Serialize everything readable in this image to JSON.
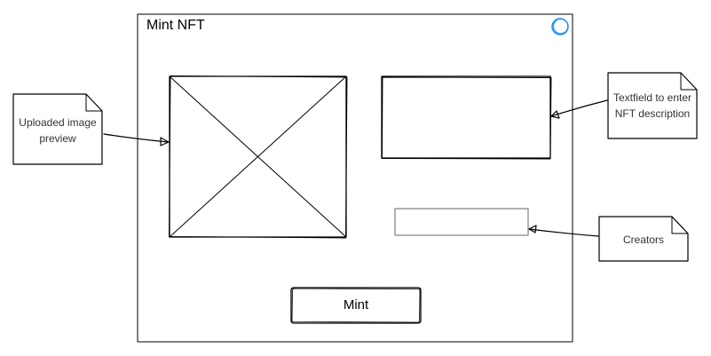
{
  "frame": {
    "title": "Mint NFT"
  },
  "form": {
    "image_placeholder_icon": "image-placeholder-icon",
    "description_field": {
      "value": "",
      "placeholder": ""
    },
    "creators_field": {
      "value": "",
      "placeholder": ""
    },
    "mint_label": "Mint"
  },
  "notes": {
    "image_preview": "Uploaded image preview",
    "description": "Textfield to enter NFT description",
    "creators": "Creators"
  },
  "colors": {
    "stroke": "#000000",
    "field_border": "#808080",
    "status_circle": "#1e90ff",
    "note_text": "#333333"
  },
  "icons": {
    "status": "circle-icon"
  }
}
